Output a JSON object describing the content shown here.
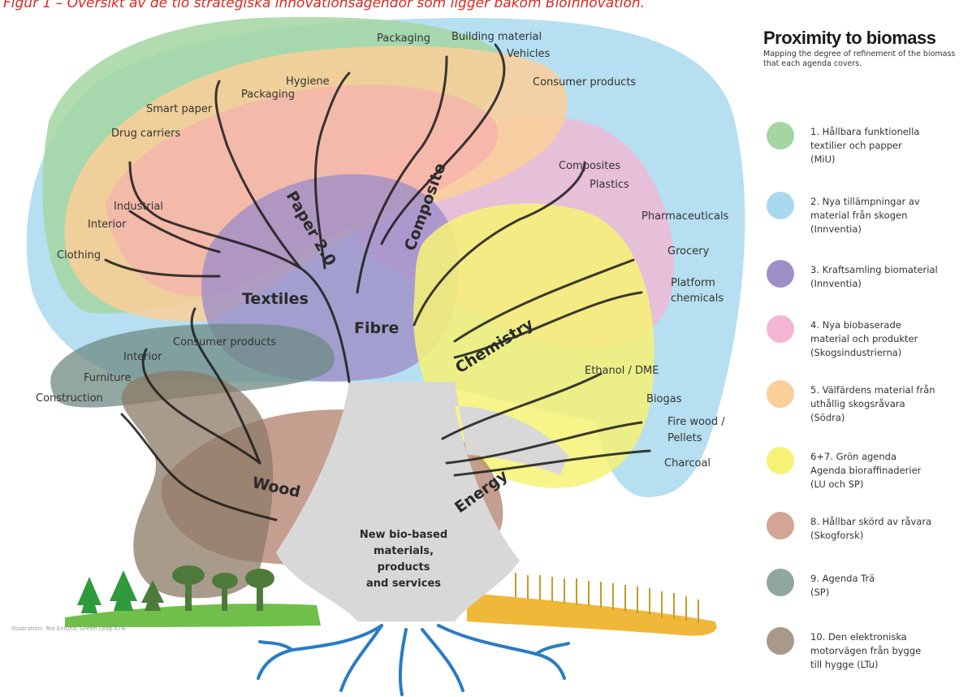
{
  "caption": "Figur 1 – Översikt av de tio strategiska innovationsagendor som ligger bakom BioInnovation.",
  "legend": {
    "title": "Proximity to biomass",
    "subtitle": "Mapping the degree of refinement of the biomass that each agenda covers.",
    "items": [
      {
        "lines": [
          "1. Hållbara funktionella",
          "textilier och papper",
          "(MiU)"
        ],
        "color": "#a3d6a1"
      },
      {
        "lines": [
          "2. Nya tillämpningar av",
          "material från skogen",
          "(Innventia)"
        ],
        "color": "#a9d9ee"
      },
      {
        "lines": [
          "3. Kraftsamling biomaterial",
          "(Innventia)"
        ],
        "color": "#9e8fc8"
      },
      {
        "lines": [
          "4. Nya biobaserade",
          "material och produkter",
          "(Skogsindustrierna)"
        ],
        "color": "#f3b6d3"
      },
      {
        "lines": [
          "5. Välfärdens material från",
          "uthållig skogsråvara",
          "(Södra)"
        ],
        "color": "#fbcf98"
      },
      {
        "lines": [
          "6+7. Grön agenda",
          "Agenda bioraffinaderier",
          "(LU och SP)"
        ],
        "color": "#f6f276"
      },
      {
        "lines": [
          "8. Hållbar skörd av råvara",
          "(Skogforsk)"
        ],
        "color": "#d2a596"
      },
      {
        "lines": [
          "9. Agenda Trä",
          "(SP)"
        ],
        "color": "#8fa7a0"
      },
      {
        "lines": [
          "10. Den elektroniska",
          "motorvägen från bygge",
          "till hygge (LTu)"
        ],
        "color": "#a9998a"
      }
    ]
  },
  "domains": {
    "paper": "Paper 2.0",
    "composite": "Composite",
    "textiles": "Textiles",
    "fibre": "Fibre",
    "chemistry": "Chemistry",
    "wood": "Wood",
    "energy": "Energy"
  },
  "center": [
    "New bio-based",
    "materials,",
    "products",
    "and services"
  ],
  "branch_labels": {
    "packaging_top": "Packaging",
    "building_material": "Building material",
    "vehicles": "Vehicles",
    "consumer_products_top": "Consumer products",
    "hygiene": "Hygiene",
    "packaging_left": "Packaging",
    "smart_paper": "Smart paper",
    "drug_carriers": "Drug carriers",
    "industrial": "Industrial",
    "interior_upper": "Interior",
    "clothing": "Clothing",
    "composites": "Composites",
    "plastics": "Plastics",
    "pharmaceuticals": "Pharmaceuticals",
    "grocery": "Grocery",
    "platform_chemicals_1": "Platform",
    "platform_chemicals_2": "chemicals",
    "consumer_products_low": "Consumer products",
    "interior_low": "Interior",
    "furniture": "Furniture",
    "construction": "Construction",
    "ethanol": "Ethanol / DME",
    "biogas": "Biogas",
    "fire_wood_1": "Fire wood /",
    "fire_wood_2": "Pellets",
    "charcoal": "Charcoal"
  },
  "credit": "Illustration: Teo Enlund, Green Leap KTH"
}
